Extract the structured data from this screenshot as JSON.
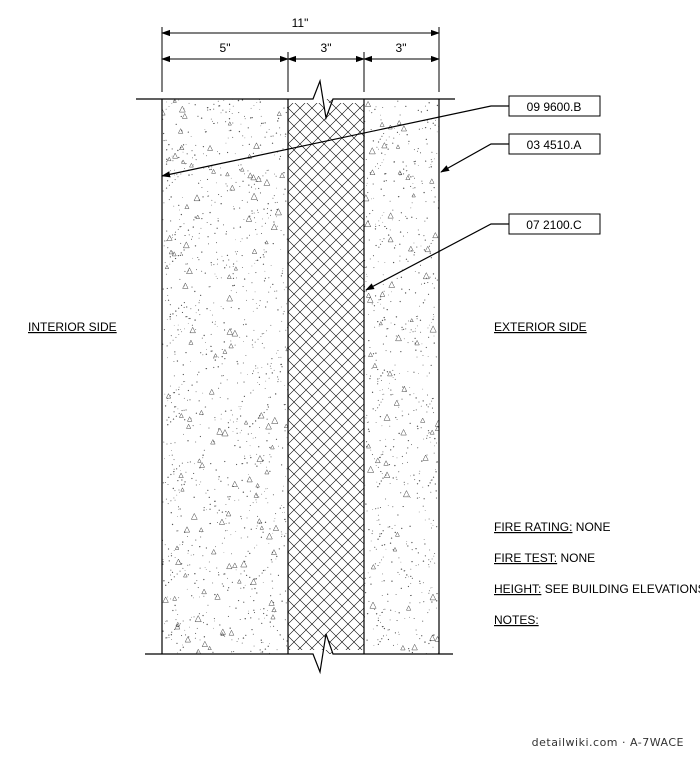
{
  "dimensions": {
    "overall": "11\"",
    "interior_layer": "5\"",
    "insulation_layer": "3\"",
    "exterior_layer": "3\""
  },
  "callouts": [
    {
      "code": "09 9600.B"
    },
    {
      "code": "03 4510.A"
    },
    {
      "code": "07 2100.C"
    }
  ],
  "sides": {
    "interior": "INTERIOR SIDE",
    "exterior": "EXTERIOR SIDE"
  },
  "notes": {
    "fire_rating_label": "FIRE RATING:",
    "fire_rating_value": "NONE",
    "fire_test_label": "FIRE TEST:",
    "fire_test_value": "NONE",
    "height_label": "HEIGHT:",
    "height_value": "SEE BUILDING ELEVATIONS",
    "notes_label": "NOTES:"
  },
  "watermark": "detailwiki.com · A-7WACE"
}
